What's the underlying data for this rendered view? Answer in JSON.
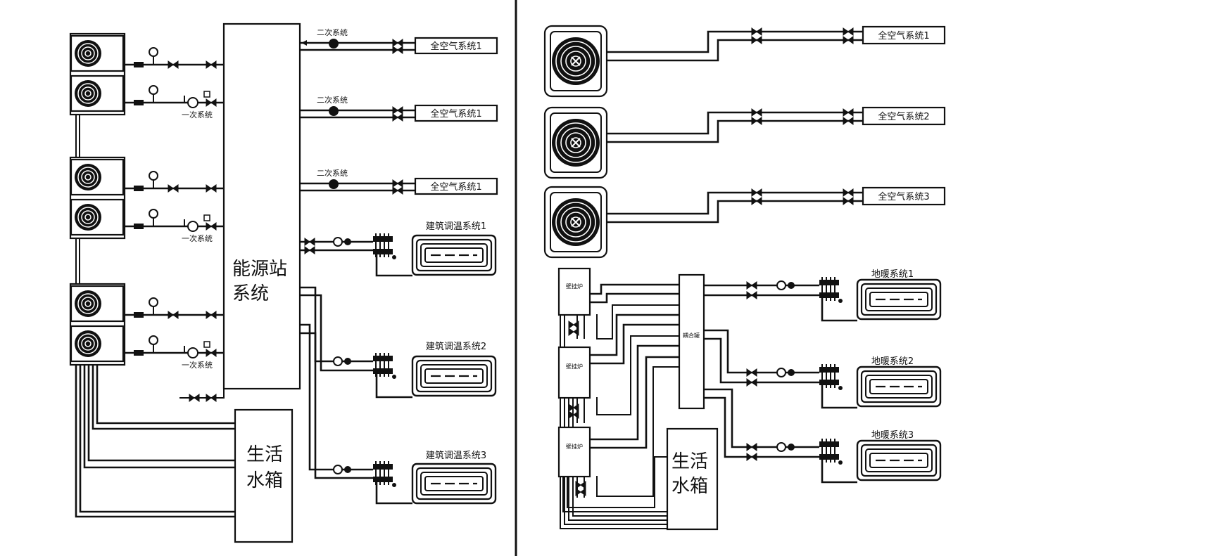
{
  "left": {
    "energy_station": "能源站系统",
    "energy_station_lines": [
      "能源站",
      "系统"
    ],
    "water_tank_lines": [
      "生活",
      "水箱"
    ],
    "primary_label": "一次系统",
    "secondary_label": "二次系统",
    "air_systems": [
      "全空气系统1",
      "全空气系统1",
      "全空气系统1"
    ],
    "building_systems": [
      "建筑调温系统1",
      "建筑调温系统2",
      "建筑调温系统3"
    ]
  },
  "right": {
    "boilers": [
      "壁挂炉",
      "壁挂炉",
      "壁挂炉"
    ],
    "coupling_tank": "耦合罐",
    "water_tank_lines": [
      "生活",
      "水箱"
    ],
    "air_systems": [
      "全空气系统1",
      "全空气系统2",
      "全空气系统3"
    ],
    "floor_systems": [
      "地暖系统1",
      "地暖系统2",
      "地暖系统3"
    ]
  },
  "colors": {
    "line": "#111111",
    "background": "#ffffff"
  }
}
